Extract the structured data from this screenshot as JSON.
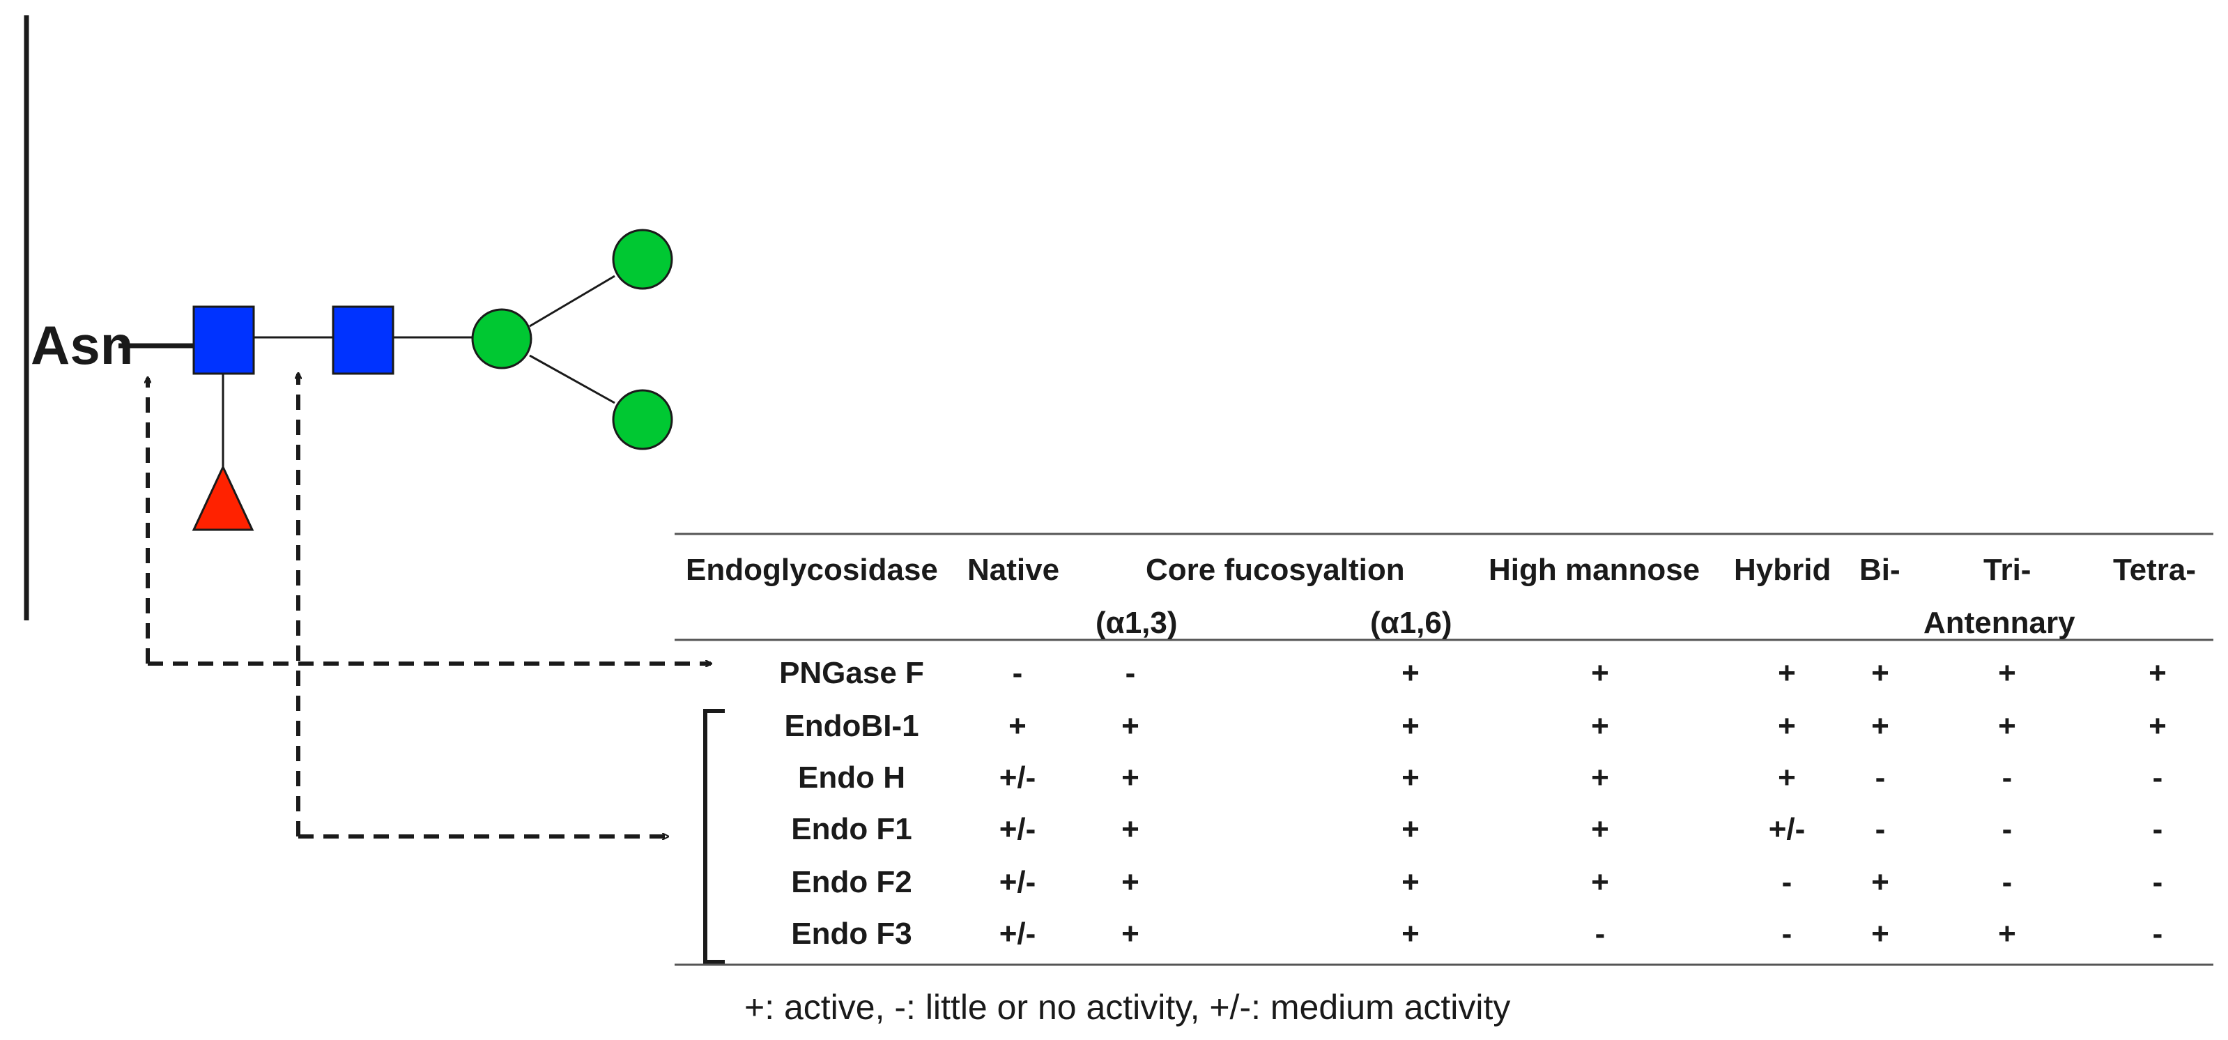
{
  "glycan": {
    "anchor_label": "Asn"
  },
  "table": {
    "headers": {
      "enzyme": "Endoglycosidase",
      "native": "Native",
      "core_fuc": "Core fucosyaltion",
      "core_fuc_a13": "(α1,3)",
      "core_fuc_a16": "(α1,6)",
      "high_mannose": "High mannose",
      "hybrid": "Hybrid",
      "bi": "Bi-",
      "tri": "Tri-",
      "tetra": "Tetra-",
      "antennary": "Antennary"
    },
    "rows": [
      {
        "name": "PNGase F",
        "values": [
          "-",
          "-",
          "+",
          "+",
          "+",
          "+",
          "+",
          "+"
        ]
      },
      {
        "name": "EndoBI-1",
        "values": [
          "+",
          "+",
          "+",
          "+",
          "+",
          "+",
          "+",
          "+"
        ]
      },
      {
        "name": "Endo H",
        "values": [
          "+/-",
          "+",
          "+",
          "+",
          "+",
          "-",
          "-",
          "-"
        ]
      },
      {
        "name": "Endo F1",
        "values": [
          "+/-",
          "+",
          "+",
          "+",
          "+/-",
          "-",
          "-",
          "-"
        ]
      },
      {
        "name": "Endo F2",
        "values": [
          "+/-",
          "+",
          "+",
          "+",
          "-",
          "+",
          "-",
          "-"
        ]
      },
      {
        "name": "Endo F3",
        "values": [
          "+/-",
          "+",
          "+",
          "-",
          "-",
          "+",
          "+",
          "-"
        ]
      }
    ]
  },
  "legend": "+: active, -: little or no activity, +/-: medium activity",
  "colors": {
    "glcnac": "#0033ff",
    "fucose": "#ff2200",
    "mannose": "#00c832",
    "ink": "#1a1a1a"
  }
}
